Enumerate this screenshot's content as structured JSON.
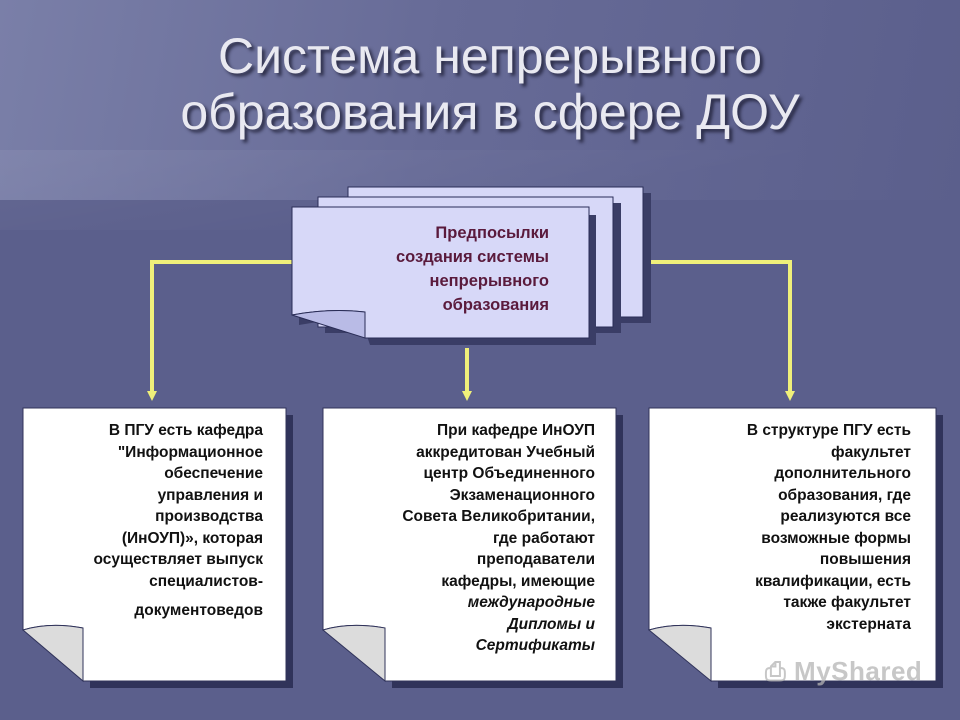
{
  "title": {
    "line1": "Система непрерывного",
    "line2": "образования в сфере ДОУ"
  },
  "top_box": {
    "lines": [
      "Предпосылки",
      "создания системы",
      "непрерывного",
      "образования"
    ]
  },
  "boxes": [
    {
      "lines": [
        "В ПГУ есть кафедра",
        "\"Информационное",
        "обеспечение",
        "управления и",
        "производства",
        "(ИнОУП)», которая",
        "осуществляет выпуск",
        "специалистов-",
        "документоведов"
      ],
      "italic_lines": []
    },
    {
      "lines": [
        "При кафедре ИнОУП",
        "аккредитован Учебный",
        "центр Объединенного",
        "Экзаменационного",
        "Совета Великобритании,",
        "где работают",
        "преподаватели",
        "кафедры, имеющие"
      ],
      "italic_lines": [
        "международные",
        "Дипломы и",
        "Сертификаты"
      ]
    },
    {
      "lines": [
        "В структуре ПГУ есть",
        "факультет",
        "дополнительного",
        "образования, где",
        "реализуются все",
        "возможные формы",
        "повышения",
        "квалификации, есть",
        "также факультет",
        "экстерната"
      ],
      "italic_lines": []
    }
  ],
  "watermark": "MyShared",
  "colors": {
    "background": "#5b5f8c",
    "connector": "#f0f07a",
    "top_doc_fill": "#d7d8f8",
    "box_fill": "#ffffff"
  }
}
